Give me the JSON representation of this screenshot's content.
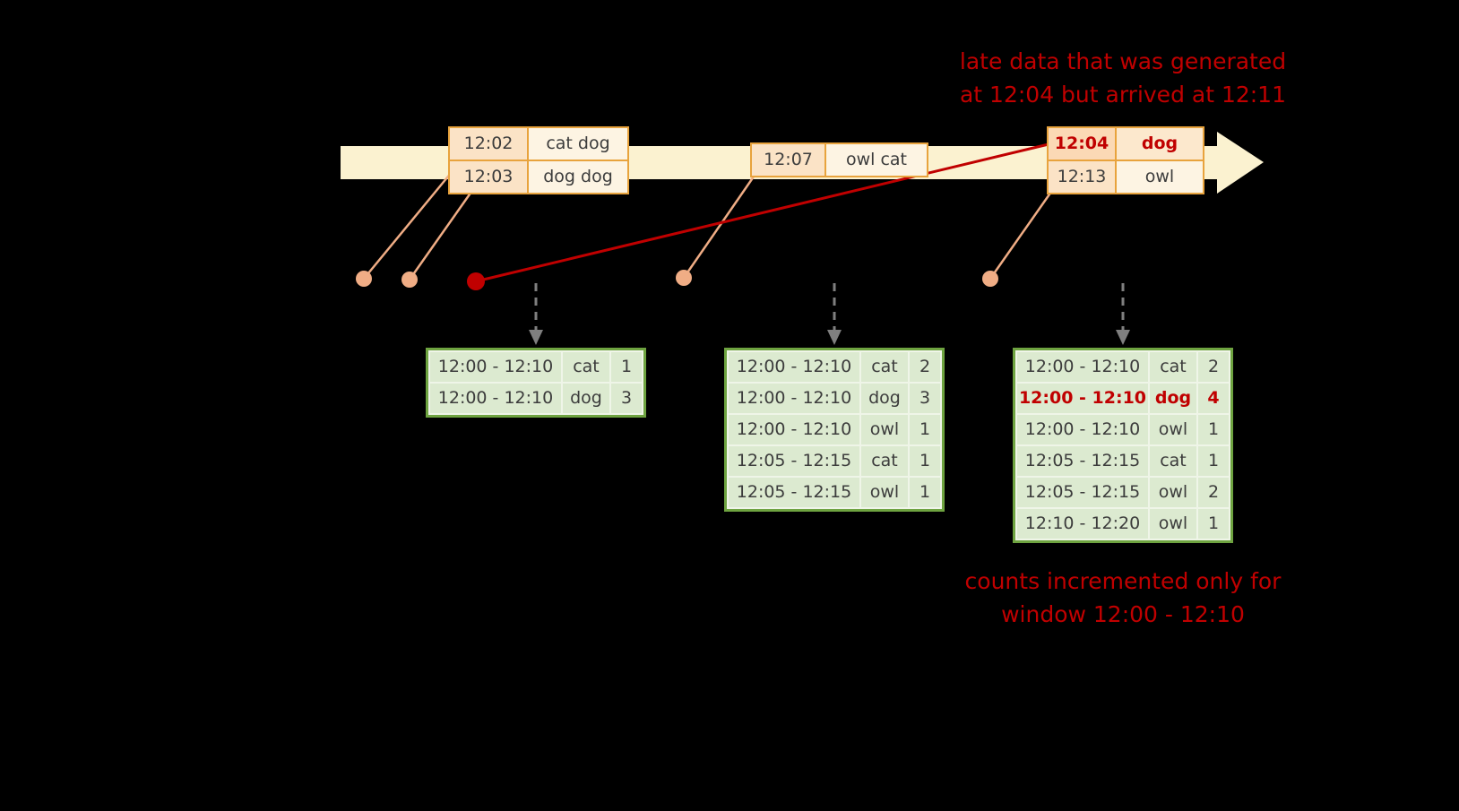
{
  "colors": {
    "background": "#000000",
    "accent_red": "#c00000",
    "timeline_yellow": "#fbf2d0",
    "event_border_orange": "#e8a33d",
    "event_time_fill": "#fbe3c6",
    "event_word_fill": "#fdf4e3",
    "late_time_fill": "#fbd9b5",
    "late_word_fill": "#fce8cd",
    "dot_peach": "#f0ad85",
    "result_border_green": "#6ea340",
    "result_cell_green": "#dcead0",
    "text_dark": "#3c3c3c",
    "trigger_arrow_gray": "#7f7f7f"
  },
  "notes": {
    "late_data_line1": "late data that was generated",
    "late_data_line2": "at 12:04 but arrived at 12:11",
    "counts_line1": "counts incremented only for",
    "counts_line2": "window 12:00 - 12:10"
  },
  "event_groups": [
    {
      "rows": [
        {
          "time": "12:02",
          "words": "cat dog",
          "late": false
        },
        {
          "time": "12:03",
          "words": "dog dog",
          "late": false
        }
      ]
    },
    {
      "rows": [
        {
          "time": "12:07",
          "words": "owl cat",
          "late": false
        }
      ]
    },
    {
      "rows": [
        {
          "time": "12:04",
          "words": "dog",
          "late": true
        },
        {
          "time": "12:13",
          "words": "owl",
          "late": false
        }
      ]
    }
  ],
  "result_tables": [
    {
      "rows": [
        {
          "window": "12:00 - 12:10",
          "word": "cat",
          "count": "1",
          "highlight": false
        },
        {
          "window": "12:00 - 12:10",
          "word": "dog",
          "count": "3",
          "highlight": false
        }
      ]
    },
    {
      "rows": [
        {
          "window": "12:00 - 12:10",
          "word": "cat",
          "count": "2",
          "highlight": false
        },
        {
          "window": "12:00 - 12:10",
          "word": "dog",
          "count": "3",
          "highlight": false
        },
        {
          "window": "12:00 - 12:10",
          "word": "owl",
          "count": "1",
          "highlight": false
        },
        {
          "window": "12:05 - 12:15",
          "word": "cat",
          "count": "1",
          "highlight": false
        },
        {
          "window": "12:05 - 12:15",
          "word": "owl",
          "count": "1",
          "highlight": false
        }
      ]
    },
    {
      "rows": [
        {
          "window": "12:00 - 12:10",
          "word": "cat",
          "count": "2",
          "highlight": false
        },
        {
          "window": "12:00 - 12:10",
          "word": "dog",
          "count": "4",
          "highlight": true
        },
        {
          "window": "12:00 - 12:10",
          "word": "owl",
          "count": "1",
          "highlight": false
        },
        {
          "window": "12:05 - 12:15",
          "word": "cat",
          "count": "1",
          "highlight": false
        },
        {
          "window": "12:05 - 12:15",
          "word": "owl",
          "count": "2",
          "highlight": false
        },
        {
          "window": "12:10 - 12:20",
          "word": "owl",
          "count": "1",
          "highlight": false
        }
      ]
    }
  ]
}
